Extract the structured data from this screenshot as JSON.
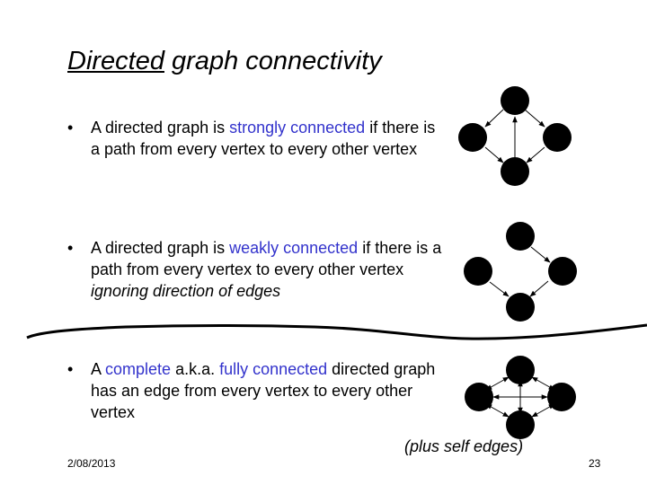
{
  "title": {
    "underlined": "Directed",
    "rest": " graph connectivity"
  },
  "bullets": [
    {
      "marker": "•",
      "parts": [
        {
          "text": "A directed graph is ",
          "style": "normal"
        },
        {
          "text": "strongly connected",
          "style": "hl"
        },
        {
          "text": " if there is a path from every vertex to every other vertex",
          "style": "normal"
        }
      ]
    },
    {
      "marker": "•",
      "parts": [
        {
          "text": "A directed graph is ",
          "style": "normal"
        },
        {
          "text": "weakly connected",
          "style": "hl"
        },
        {
          "text": " if there is a path from every vertex to every other vertex ",
          "style": "normal"
        },
        {
          "text": "ignoring direction of edges",
          "style": "em"
        }
      ]
    },
    {
      "marker": "•",
      "parts": [
        {
          "text": "A ",
          "style": "normal"
        },
        {
          "text": "complete",
          "style": "hl"
        },
        {
          "text": " a.k.a. ",
          "style": "normal"
        },
        {
          "text": "fully connected",
          "style": "hl"
        },
        {
          "text": " directed graph has an edge from every vertex to every other vertex",
          "style": "normal"
        }
      ]
    }
  ],
  "note": "(plus self edges)",
  "footer": {
    "date": "2/08/2013",
    "page": "23"
  },
  "colors": {
    "highlight": "#3333cc",
    "node": "#000000"
  }
}
